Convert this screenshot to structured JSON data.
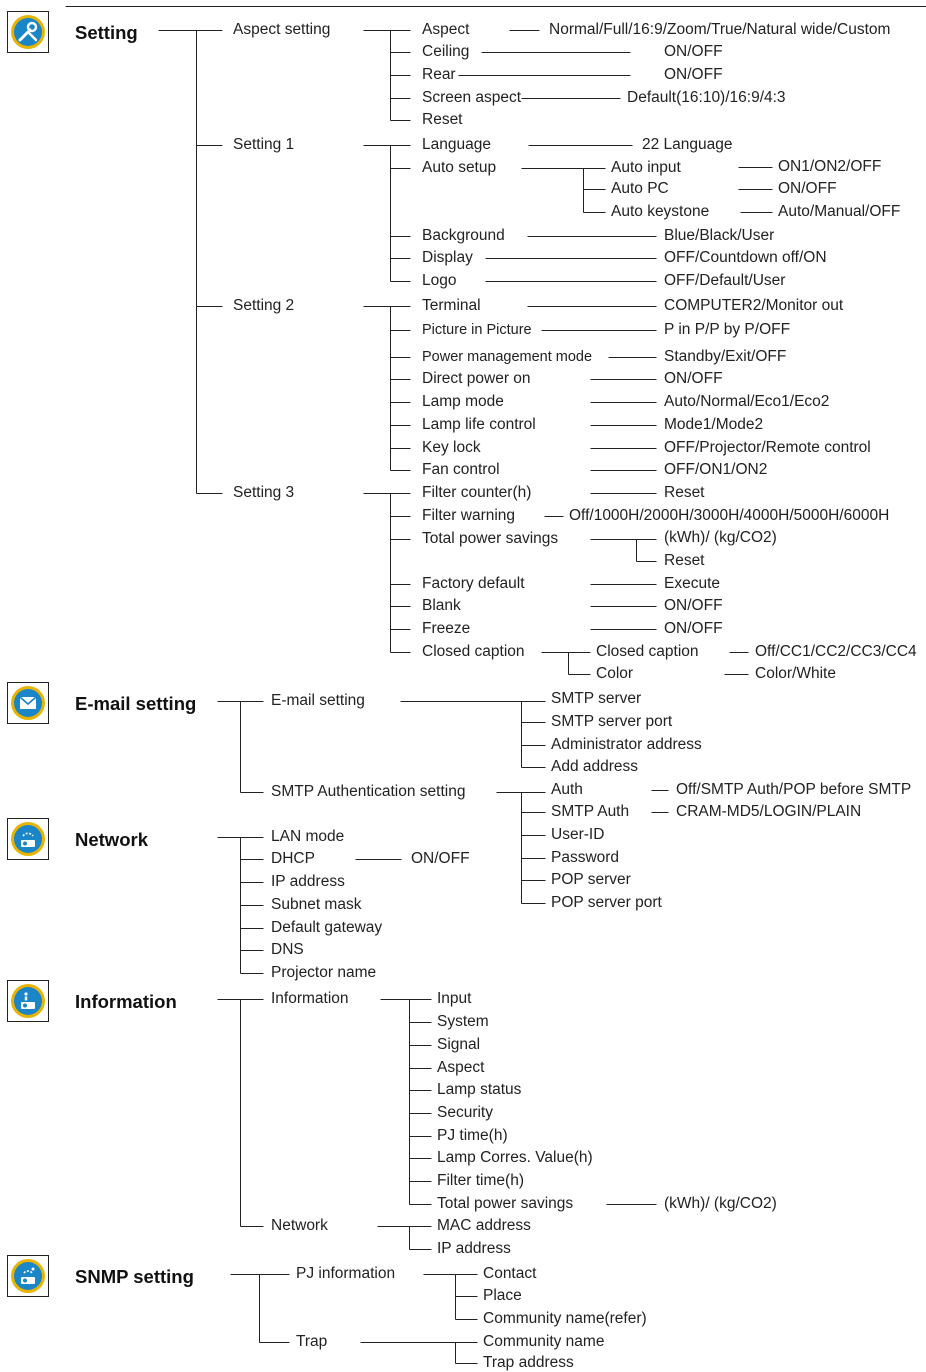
{
  "sections": [
    {
      "title": "Setting",
      "icon": "wrench-screwdriver-icon"
    },
    {
      "title": "E-mail setting",
      "icon": "envelope-icon"
    },
    {
      "title": "Network",
      "icon": "network-projector-icon"
    },
    {
      "title": "Information",
      "icon": "info-projector-icon"
    },
    {
      "title": "SNMP setting",
      "icon": "snmp-projector-icon"
    }
  ],
  "setting": {
    "aspect_setting": {
      "label": "Aspect setting",
      "items": [
        "Aspect",
        "Ceiling",
        "Rear",
        "Screen aspect",
        "Reset"
      ],
      "values": [
        "Normal/Full/16:9/Zoom/True/Natural wide/Custom",
        "ON/OFF",
        "ON/OFF",
        "Default(16:10)/16:9/4:3"
      ]
    },
    "setting1": {
      "label": "Setting 1",
      "items": [
        "Language",
        "Auto setup",
        "Background",
        "Display",
        "Logo"
      ],
      "language_value": "22 Language",
      "auto_setup": [
        "Auto input",
        "Auto PC",
        "Auto keystone"
      ],
      "auto_setup_values": [
        "ON1/ON2/OFF",
        "ON/OFF",
        "Auto/Manual/OFF"
      ],
      "values": [
        "Blue/Black/User",
        "OFF/Countdown off/ON",
        "OFF/Default/User"
      ]
    },
    "setting2": {
      "label": "Setting 2",
      "items": [
        "Terminal",
        "Picture in Picture",
        "Power management mode",
        "Direct power on",
        "Lamp mode",
        "Lamp life control",
        "Key lock",
        "Fan control"
      ],
      "values": [
        "COMPUTER2/Monitor out",
        "P in P/P by P/OFF",
        "Standby/Exit/OFF",
        "ON/OFF",
        "Auto/Normal/Eco1/Eco2",
        "Mode1/Mode2",
        "OFF/Projector/Remote control",
        "OFF/ON1/ON2"
      ]
    },
    "setting3": {
      "label": "Setting 3",
      "items": [
        "Filter counter(h)",
        "Filter warning",
        "Total power savings",
        "Factory default",
        "Blank",
        "Freeze",
        "Closed caption"
      ],
      "values": [
        "Reset",
        "Off/1000H/2000H/3000H/4000H/5000H/6000H",
        "Execute",
        "ON/OFF",
        "ON/OFF"
      ],
      "power_savings": [
        "(kWh)/ (kg/CO2)",
        "Reset"
      ],
      "closed_caption": [
        "Closed caption",
        "Color"
      ],
      "closed_caption_values": [
        "Off/CC1/CC2/CC3/CC4",
        "Color/White"
      ]
    }
  },
  "email": {
    "email_setting": {
      "label": "E-mail setting",
      "items": [
        "SMTP server",
        "SMTP server port",
        "Administrator address",
        "Add address"
      ]
    },
    "smtp_auth": {
      "label": "SMTP Authentication setting",
      "items": [
        "Auth",
        "SMTP Auth",
        "User-ID",
        "Password",
        "POP server",
        "POP server port"
      ],
      "values": [
        "Off/SMTP Auth/POP before SMTP",
        "CRAM-MD5/LOGIN/PLAIN"
      ]
    }
  },
  "network": {
    "items": [
      "LAN mode",
      "DHCP",
      "IP address",
      "Subnet mask",
      "Default gateway",
      "DNS",
      "Projector name"
    ],
    "dhcp_value": "ON/OFF"
  },
  "information": {
    "information": {
      "label": "Information",
      "items": [
        "Input",
        "System",
        "Signal",
        "Aspect",
        "Lamp status",
        "Security",
        "PJ time(h)",
        "Lamp Corres. Value(h)",
        "Filter time(h)",
        "Total power savings"
      ],
      "power_value": "(kWh)/ (kg/CO2)"
    },
    "network": {
      "label": "Network",
      "items": [
        "MAC address",
        "IP address"
      ]
    }
  },
  "snmp": {
    "pj_information": {
      "label": "PJ information",
      "items": [
        "Contact",
        "Place",
        "Community name(refer)"
      ]
    },
    "trap": {
      "label": "Trap",
      "items": [
        "Community name",
        "Trap address"
      ]
    }
  },
  "colors": {
    "line": "#222222",
    "icon_blue": "#1a86c8",
    "icon_ring": "#e8b400"
  }
}
